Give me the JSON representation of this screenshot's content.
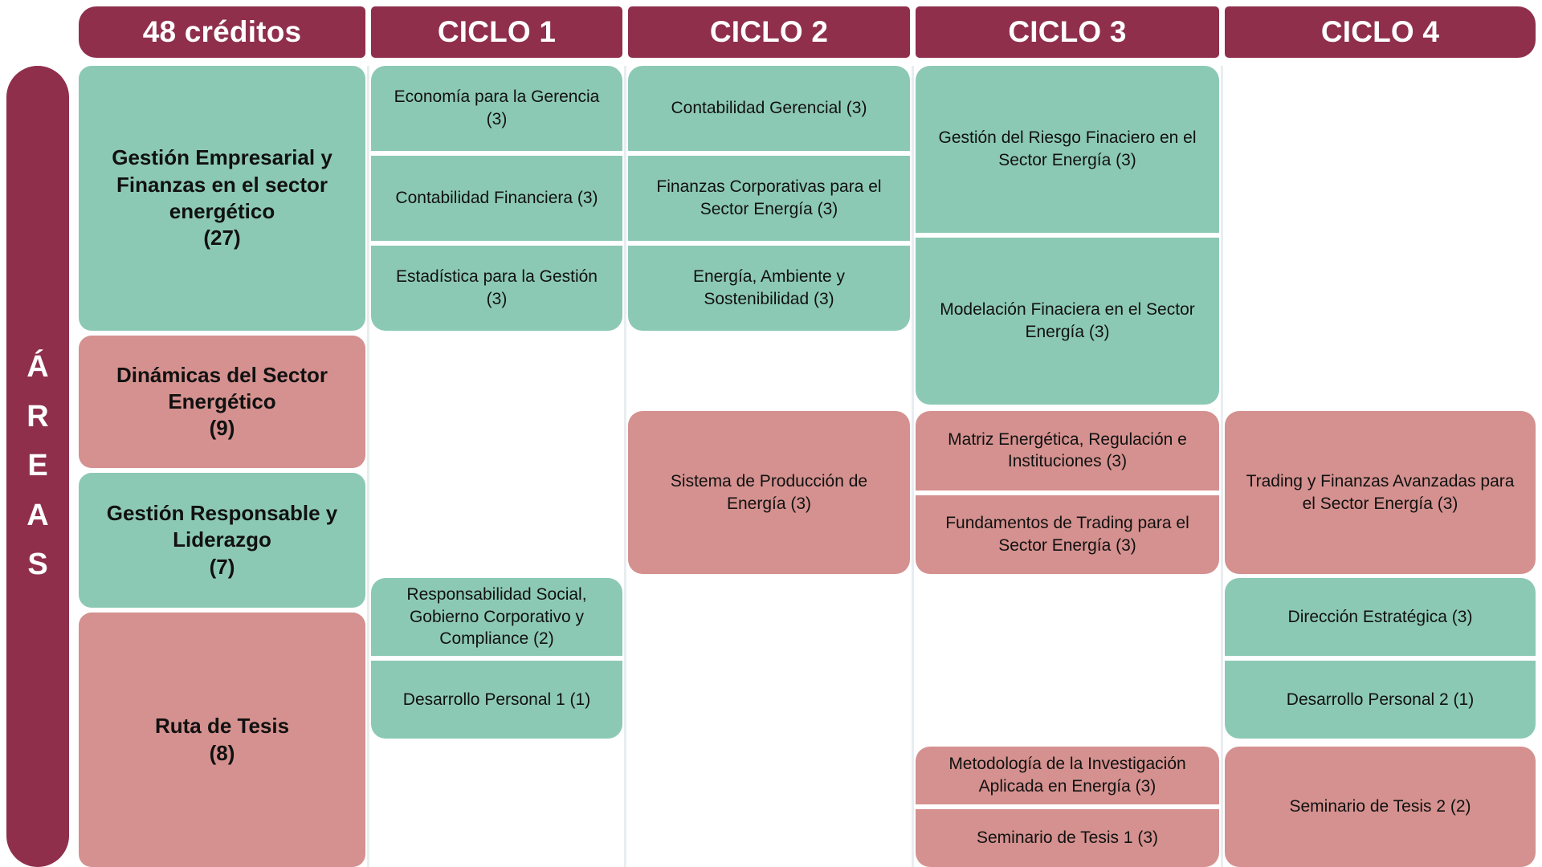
{
  "header": {
    "credits_label": "48 créditos",
    "cycles": [
      "CICLO 1",
      "CICLO 2",
      "CICLO 3",
      "CICLO 4"
    ]
  },
  "sidebar": {
    "label": "ÁREAS",
    "letters": [
      "Á",
      "R",
      "E",
      "A",
      "S"
    ]
  },
  "colors": {
    "maroon": "#8F2F4C",
    "teal": "#8CC9B5",
    "salmon": "#D4918F",
    "text": "#111111"
  },
  "areas": [
    {
      "name": "Gestión Empresarial y Finanzas en el sector energético",
      "credits": "(27)",
      "color": "teal"
    },
    {
      "name": "Dinámicas del Sector Energético",
      "credits": "(9)",
      "color": "salmon"
    },
    {
      "name": "Gestión Responsable y Liderazgo",
      "credits": "(7)",
      "color": "teal"
    },
    {
      "name": "Ruta de Tesis",
      "credits": "(8)",
      "color": "salmon"
    }
  ],
  "courses": {
    "a1c1": [
      "Economía para la Gerencia (3)",
      "Contabilidad Financiera (3)",
      "Estadística para la Gestión (3)"
    ],
    "a1c2": [
      "Contabilidad Gerencial (3)",
      "Finanzas Corporativas para el Sector Energía (3)",
      "Energía, Ambiente y Sostenibilidad (3)"
    ],
    "a1c3": [
      "Gestión del Riesgo Finaciero en el Sector Energía (3)",
      "Modelación Finaciera en el Sector Energía (3)"
    ],
    "a1c4": [],
    "a2c1": [],
    "a2c2": [
      "Sistema de Producción de Energía (3)"
    ],
    "a2c3": [
      "Matriz Energética, Regulación e Instituciones (3)",
      "Fundamentos de Trading para el Sector Energía (3)"
    ],
    "a2c4": [
      "Trading y Finanzas Avanzadas para el Sector Energía (3)"
    ],
    "a3c1": [
      "Responsabilidad Social, Gobierno Corporativo y Compliance (2)",
      "Desarrollo Personal 1 (1)"
    ],
    "a3c2": [],
    "a3c3": [],
    "a3c4": [
      "Dirección Estratégica (3)",
      "Desarrollo Personal 2 (1)"
    ],
    "a4c1": [],
    "a4c2": [],
    "a4c3": [
      "Metodología de la Investigación Aplicada en Energía (3)",
      "Seminario de Tesis 1 (3)"
    ],
    "a4c4": [
      "Seminario de Tesis 2 (2)"
    ]
  }
}
